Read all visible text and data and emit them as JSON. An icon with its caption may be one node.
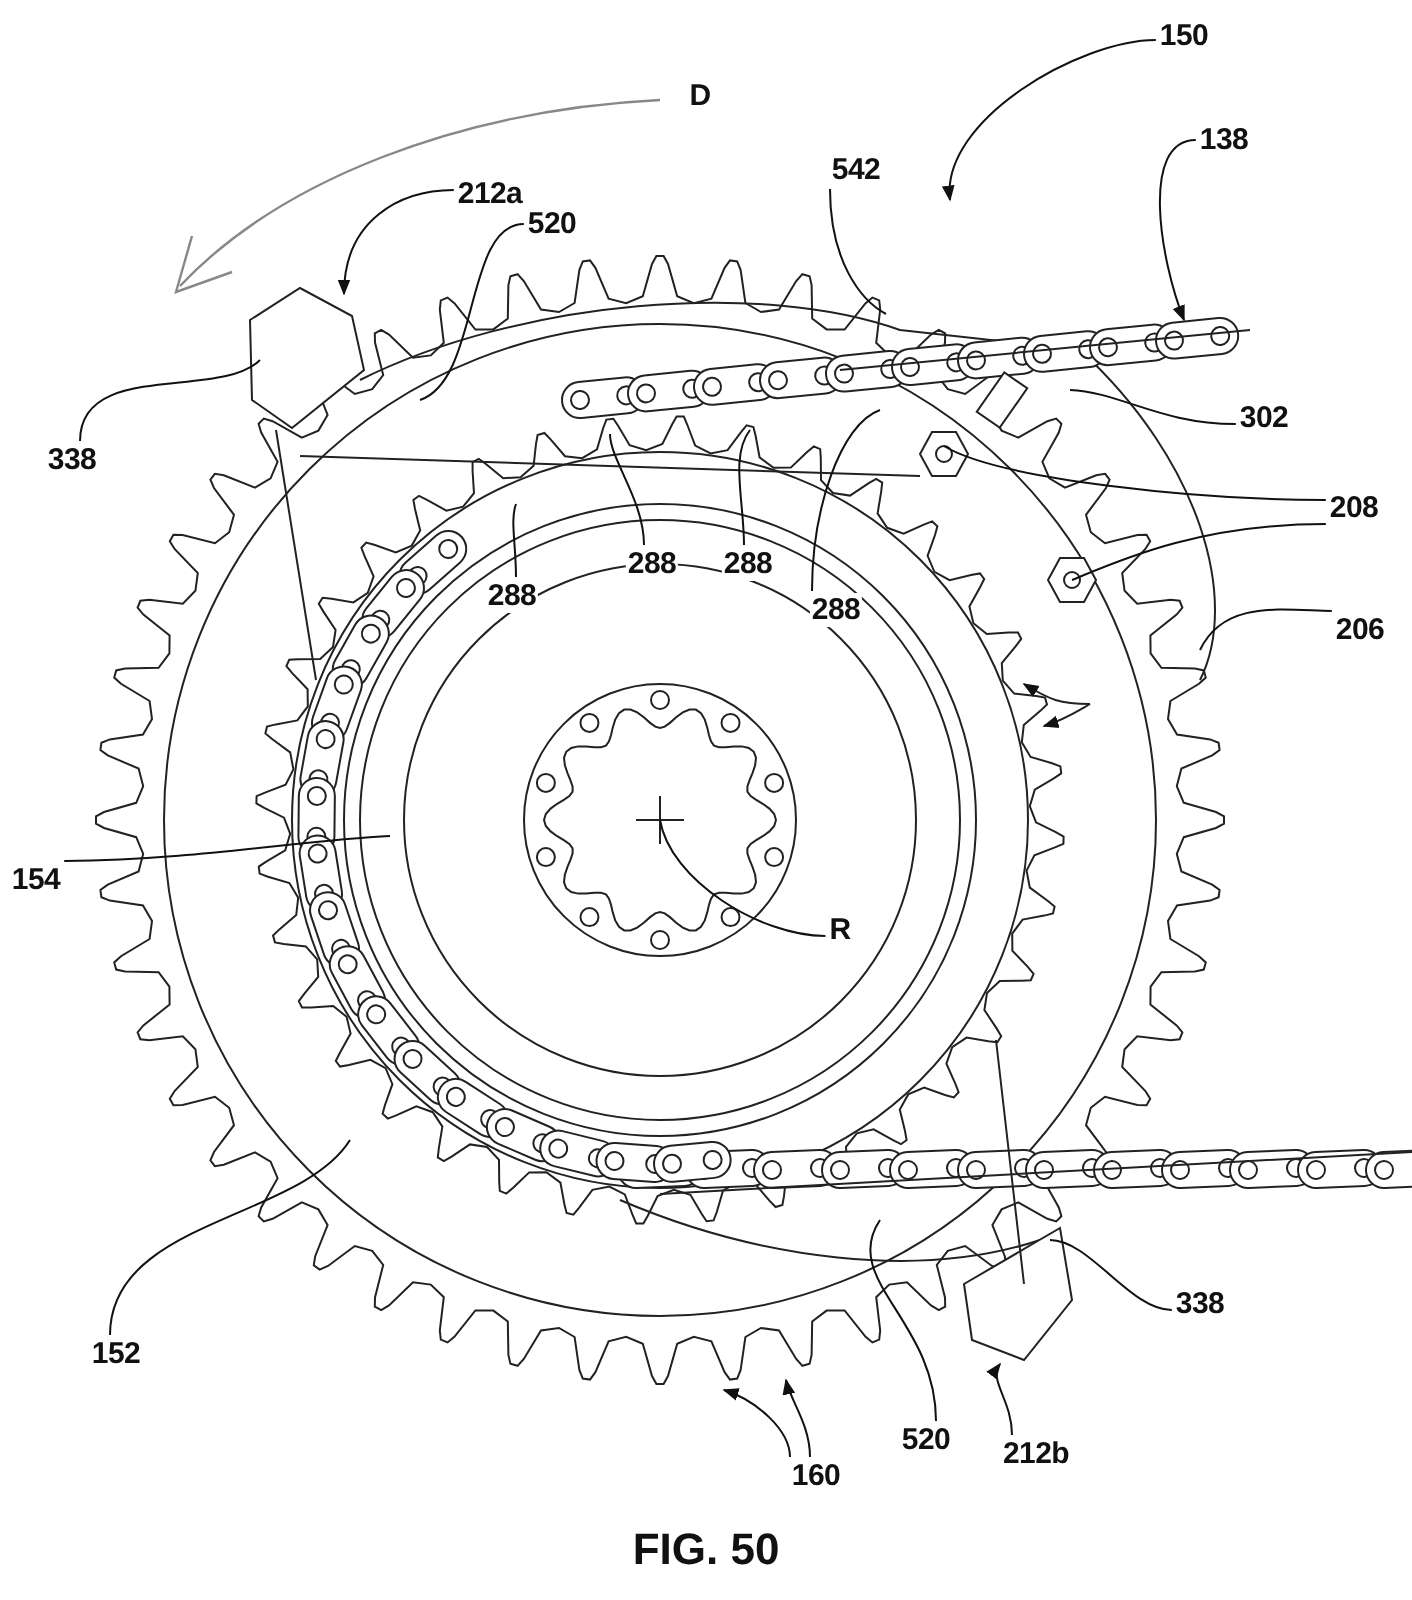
{
  "diagram": {
    "caption": "FIG. 50",
    "nodes": [
      {
        "text": [
          "150"
        ]
      },
      {
        "text": [
          "138"
        ]
      },
      {
        "text": [
          "542"
        ]
      },
      {
        "text": [
          "212a"
        ]
      },
      {
        "text": [
          "520"
        ]
      },
      {
        "text": [
          "338"
        ]
      },
      {
        "text": [
          "302"
        ]
      },
      {
        "text": [
          "208"
        ]
      },
      {
        "text": [
          "288"
        ]
      },
      {
        "text": [
          "288"
        ]
      },
      {
        "text": [
          "288"
        ]
      },
      {
        "text": [
          "288"
        ]
      },
      {
        "text": [
          "206"
        ]
      },
      {
        "text": [
          "154"
        ]
      },
      {
        "text": [
          "R"
        ]
      },
      {
        "text": [
          "152"
        ]
      },
      {
        "text": [
          "338"
        ]
      },
      {
        "text": [
          "520"
        ]
      },
      {
        "text": [
          "212b"
        ]
      },
      {
        "text": [
          "160"
        ]
      }
    ],
    "edges": [
      {
        "from": 0,
        "to": null,
        "arrow": "to"
      },
      {
        "from": 1,
        "to": null,
        "arrow": "to"
      },
      {
        "from": 2,
        "to": null,
        "arrow": "none"
      },
      {
        "from": 3,
        "to": null,
        "arrow": "to"
      },
      {
        "from": 4,
        "to": null,
        "arrow": "none"
      },
      {
        "from": 5,
        "to": null,
        "arrow": "none"
      },
      {
        "from": 6,
        "to": null,
        "arrow": "none"
      },
      {
        "from": 7,
        "to": null,
        "arrow": "none"
      },
      {
        "from": 7,
        "to": null,
        "arrow": "none"
      },
      {
        "from": 8,
        "to": null,
        "arrow": "none"
      },
      {
        "from": 9,
        "to": null,
        "arrow": "none"
      },
      {
        "from": 10,
        "to": null,
        "arrow": "none"
      },
      {
        "from": 11,
        "to": null,
        "arrow": "none"
      },
      {
        "from": 12,
        "to": null,
        "arrow": "none"
      },
      {
        "from": 13,
        "to": null,
        "arrow": "none"
      },
      {
        "from": 14,
        "to": null,
        "arrow": "none"
      },
      {
        "from": 15,
        "to": null,
        "arrow": "none"
      },
      {
        "from": 16,
        "to": null,
        "arrow": "none"
      },
      {
        "from": 17,
        "to": null,
        "arrow": "none"
      },
      {
        "from": 18,
        "to": null,
        "arrow": "to"
      },
      {
        "from": 19,
        "to": null,
        "arrow": "to"
      },
      {
        "from": 19,
        "to": null,
        "arrow": "to"
      }
    ],
    "labels": [
      "D"
    ]
  }
}
